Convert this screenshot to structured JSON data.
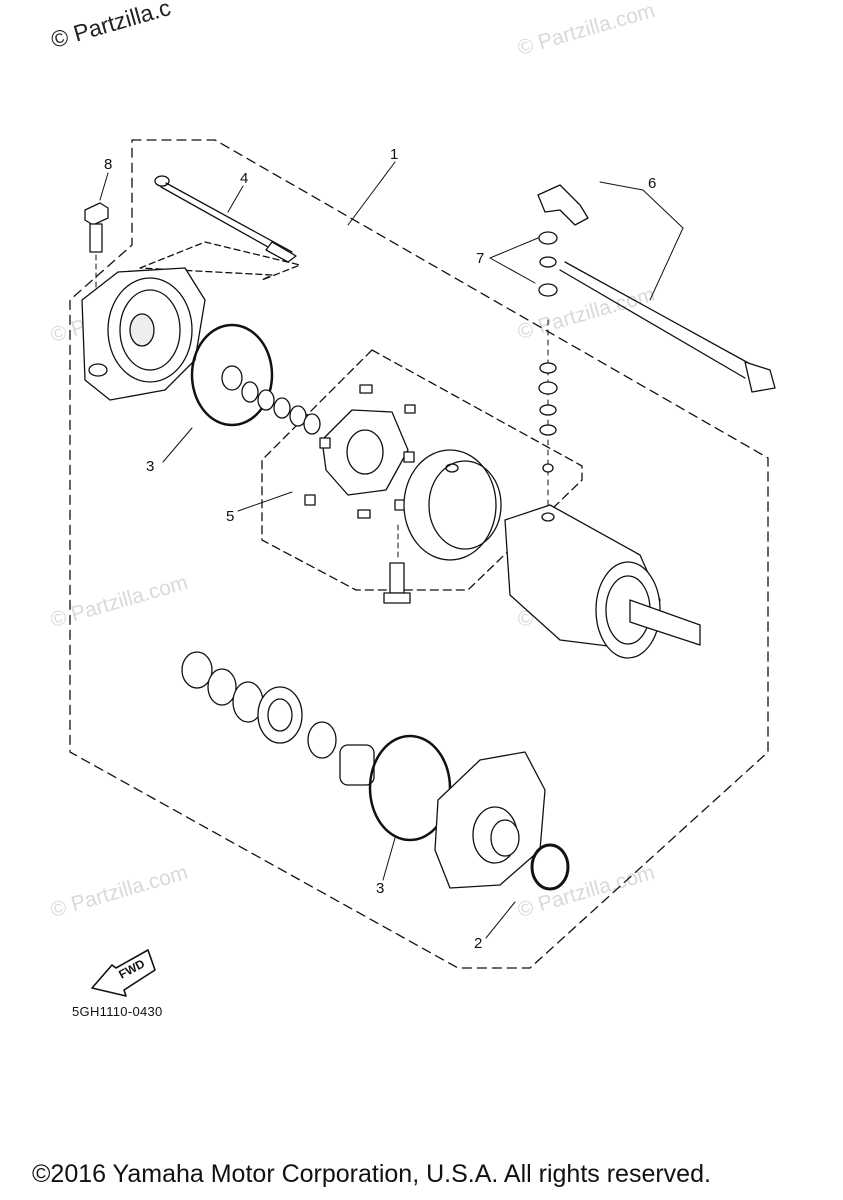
{
  "watermark": {
    "corner": "© Partzilla.c",
    "text": "© Partzilla.com"
  },
  "callouts": {
    "c1": "1",
    "c2": "2",
    "c3a": "3",
    "c3b": "3",
    "c4": "4",
    "c5": "5",
    "c6": "6",
    "c7": "7",
    "c8": "8"
  },
  "fwd_label": "FWD",
  "diagram_ref": "5GH1110-0430",
  "copyright": "©2016 Yamaha Motor Corporation, U.S.A. All rights reserved."
}
